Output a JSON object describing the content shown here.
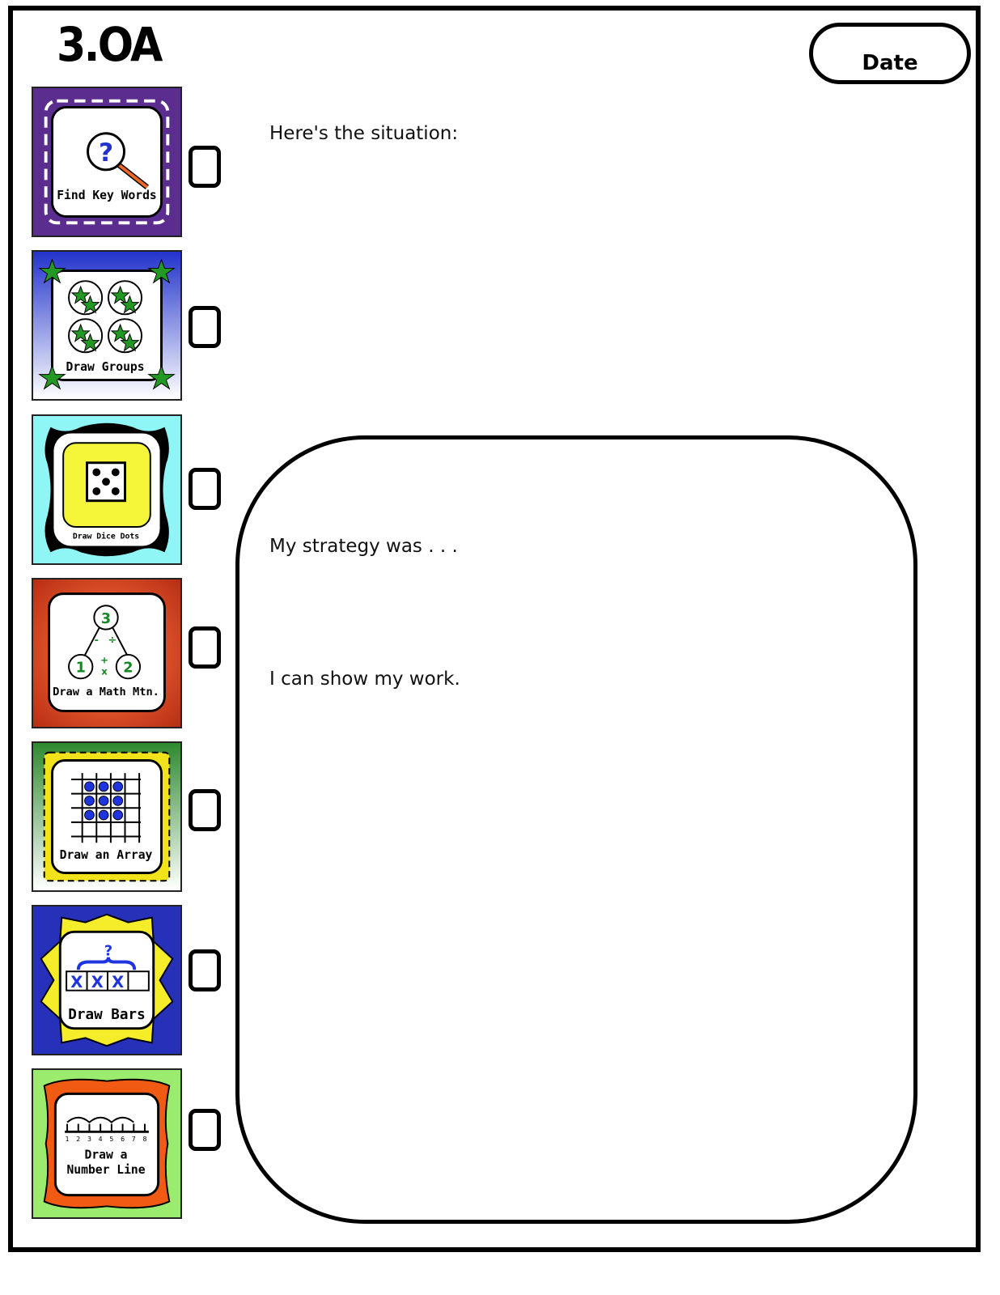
{
  "title": "3.OA",
  "date_label": "Date",
  "prompts": {
    "situation": "Here's the situation:",
    "strategy": "My strategy was . . .",
    "show_work": "I can show my work."
  },
  "strategies": [
    {
      "label": "Find Key Words",
      "icon": "magnifier-question-icon",
      "bg": "#5b2d8e"
    },
    {
      "label": "Draw Groups",
      "icon": "star-groups-icon",
      "bg": "#2233cc"
    },
    {
      "label": "Draw Dice Dots",
      "icon": "dice-icon",
      "bg": "#8ff5f5"
    },
    {
      "label": "Draw a Math Mtn.",
      "icon": "math-mountain-icon",
      "bg": "#c8391a",
      "numbers": [
        "3",
        "1",
        "2"
      ],
      "ops_top": [
        "-",
        "÷"
      ],
      "ops_mid": [
        "+",
        "x"
      ]
    },
    {
      "label": "Draw an Array",
      "icon": "array-grid-icon",
      "bg": "#2f8a2f"
    },
    {
      "label": "Draw Bars",
      "icon": "bar-model-icon",
      "bg": "#2630b8",
      "marks": [
        "?",
        "X",
        "X",
        "X"
      ]
    },
    {
      "label_line1": "Draw a",
      "label_line2": "Number Line",
      "icon": "number-line-icon",
      "bg": "#9bec6e",
      "ticks": [
        "1",
        "2",
        "3",
        "4",
        "5",
        "6",
        "7",
        "8"
      ]
    }
  ]
}
